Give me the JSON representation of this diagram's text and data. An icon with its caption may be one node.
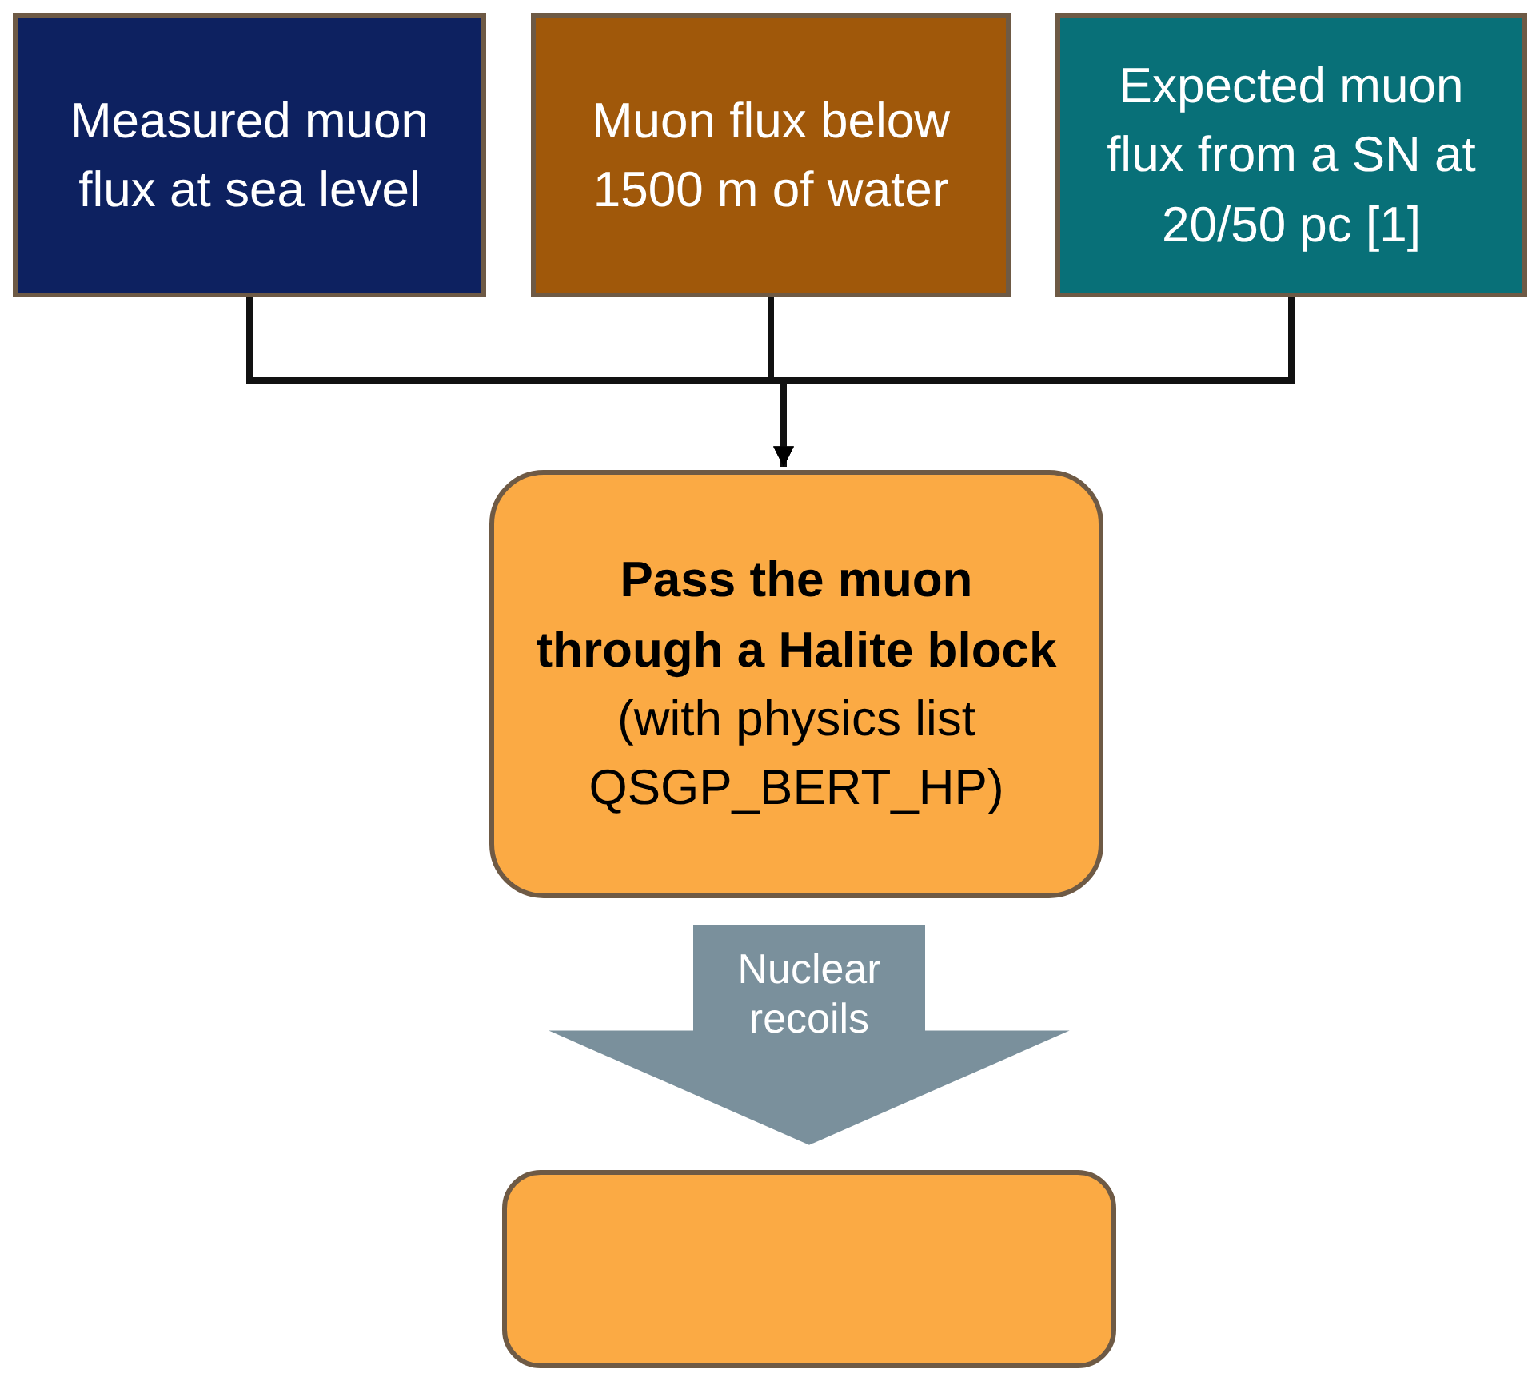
{
  "diagram": {
    "nodes": [
      {
        "text": [
          "Measured muon flux at sea level"
        ]
      },
      {
        "text": [
          "Muon flux below 1500 m of water"
        ]
      },
      {
        "text": [
          "Expected muon flux from a SN at 20/50 pc [1]"
        ]
      },
      {
        "text": [
          "**Pass the muon through a Halite block** (with physics list QSGP_BERT_HP)"
        ]
      },
      {
        "text": [],
        "shape": "box"
      }
    ],
    "edges": [
      {
        "from": 0,
        "to": 3,
        "arrow": "to"
      },
      {
        "from": 1,
        "to": 3,
        "arrow": "to"
      },
      {
        "from": 2,
        "to": 3,
        "arrow": "to"
      },
      {
        "from": 3,
        "to": 4,
        "arrow": "to",
        "label": "Nuclear recoils",
        "style": "thick",
        "color": "#7a909c"
      }
    ]
  }
}
